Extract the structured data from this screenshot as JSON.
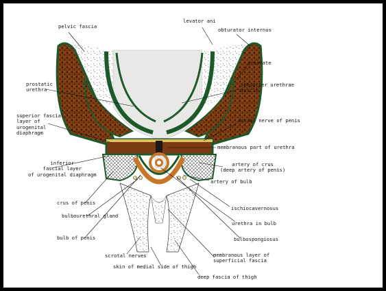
{
  "labels": {
    "pelvic_fascia": "pelvic fascia",
    "levator_ani": "levator ani",
    "obturator_internus": "obturator internus",
    "prostate": "prostate",
    "prostatic_urethra": "prostatic\nurethra",
    "sphincter_urethrae_muscle": "sphincter urethrae\nmuscle",
    "superior_fascial_layer": "superior fascial\nlayer of\nurogenital\ndiaphragm",
    "dorsal_nerve_of_penis": "dorsal nerve of penis",
    "membranous_part_of_urethra": "membranous part of urethra",
    "inferior_fascial_layer": "inferior\nfascial layer\nof urogenital diaphragm",
    "artery_of_crus": "artery of crus\n(deep artery of penis)",
    "artery_of_bulb": "artery of bulb",
    "crus_of_penis": "crus of penis",
    "ischiocavernosus": "ischiocavernosus",
    "bulbourethral_gland": "bulbourethral gland",
    "urethra_in_bulb": "urethra in bulb",
    "bulb_of_penis": "bulb of penis",
    "bulbospongiosus": "bulbospongiosus",
    "scrotal_nerves": "scrotal nerves",
    "membranous_layer": "membranous layer of\nsuperficial fascia",
    "skin_of_medial_side": "skin of medial side of thigh",
    "deep_fascia_of_thigh": "deep fascia of thigh"
  },
  "colors": {
    "fascia_green": "#1c5a2a",
    "muscle_brown": "#7a3a12",
    "bone_orange": "#c8762a",
    "gland_yellow": "#f2e79a",
    "background": "#ffffff",
    "frame": "#000000"
  }
}
